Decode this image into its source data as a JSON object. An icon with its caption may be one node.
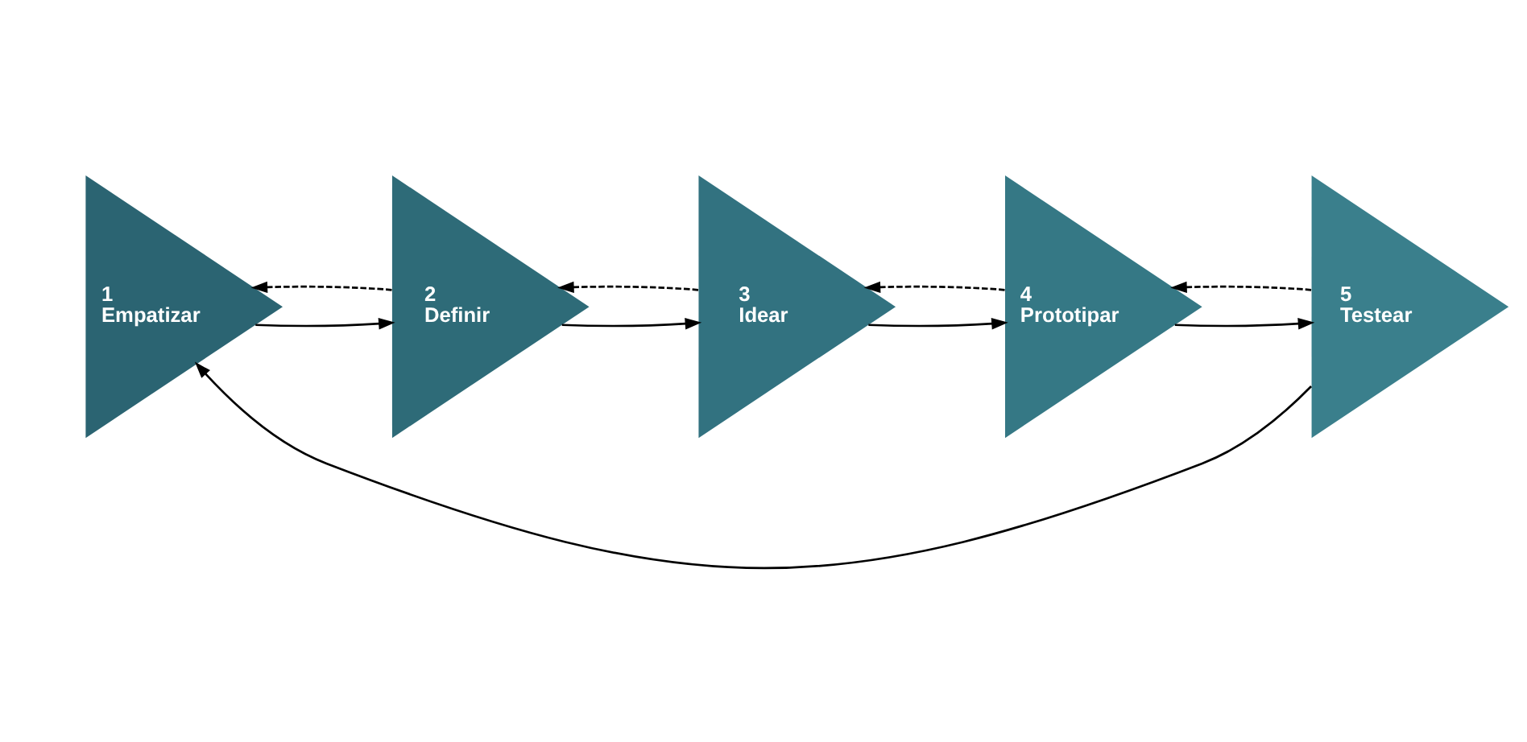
{
  "diagram": {
    "nodes": [
      {
        "text": [
          "1 Empatizar"
        ]
      },
      {
        "text": [
          "2 Definir"
        ]
      },
      {
        "text": [
          "3 Idear"
        ]
      },
      {
        "text": [
          "4 Prototipar"
        ]
      },
      {
        "text": [
          "5 Testear"
        ]
      }
    ],
    "edges": [
      {
        "from": 0,
        "to": 1,
        "arrow": "to"
      },
      {
        "from": 1,
        "to": 2,
        "arrow": "to"
      },
      {
        "from": 2,
        "to": 3,
        "arrow": "to"
      },
      {
        "from": 3,
        "to": 4,
        "arrow": "to"
      },
      {
        "from": 4,
        "to": 0,
        "arrow": "to"
      },
      {
        "from": 1,
        "to": 0,
        "arrow": "to",
        "style": "dashed"
      },
      {
        "from": 2,
        "to": 1,
        "arrow": "to",
        "style": "dashed"
      },
      {
        "from": 3,
        "to": 2,
        "arrow": "to",
        "style": "dashed"
      },
      {
        "from": 4,
        "to": 3,
        "arrow": "to",
        "style": "dashed"
      }
    ]
  }
}
